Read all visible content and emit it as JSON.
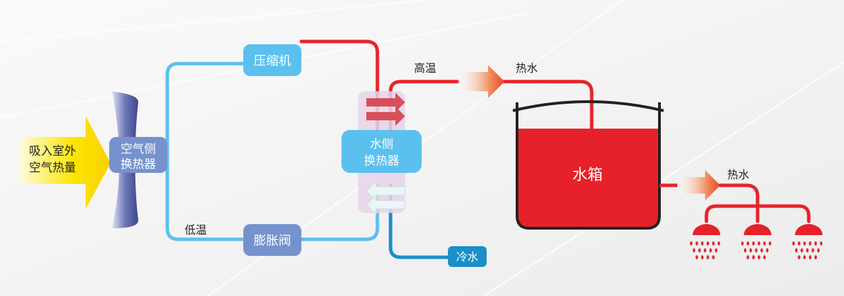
{
  "labels": {
    "intake_line1": "吸入室外",
    "intake_line2": "空气热量",
    "air_hx_line1": "空气侧",
    "air_hx_line2": "换热器",
    "compressor": "压缩机",
    "expansion_valve": "膨胀阀",
    "water_hx_line1": "水侧",
    "water_hx_line2": "换热器",
    "high_temp": "高温",
    "low_temp": "低温",
    "hot_water_top": "热水",
    "hot_water_right": "热水",
    "cold_water": "冷水",
    "tank": "水箱"
  },
  "colors": {
    "hot_pipe": "#e8232a",
    "cold_pipe": "#5bc0ee",
    "cold_water_pipe": "#1a8fc9",
    "box_blue": "#5bc0ee",
    "box_slate": "#7592cc",
    "tank_red": "#e62129",
    "arrow_yellow": "#fde500"
  },
  "icons": [
    "fan-icon",
    "shower-head-icon",
    "flow-arrow-icon"
  ]
}
